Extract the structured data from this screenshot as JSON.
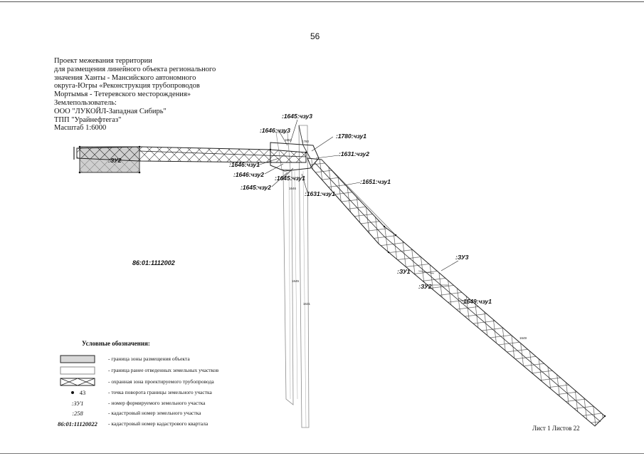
{
  "page_number": "56",
  "title_lines": [
    "Проект межевания территории",
    "для размещения линейного объекта регионального",
    "значения Ханты - Мансийского автономного",
    "округа-Югры «Реконструкция трубопроводов",
    "Мортымья - Тетеревского месторождения»",
    "Землепользователь:",
    "ООО \"ЛУКОЙЛ-Западная Сибирь\"",
    "ТПП \"Урайнефтегаз\"",
    "Масштаб 1:6000"
  ],
  "map_labels": {
    "l1": ":1645:чзу3",
    "l2": ":1646:чзу3",
    "l3": ":1780:чзу1",
    "l4": ":1631:чзу2",
    "l5": ":1646:чзу1",
    "l6": ":1646:чзу2",
    "l7": ":1645:чзу1",
    "l8": ":1645:чзу2",
    "l9": ":1631:чзу1",
    "l10": ":1651:чзу1",
    "l11": ":ЗУ3",
    "l12": ":ЗУ1",
    "l13": ":ЗУ2",
    "l14": ":1649:чзу1",
    "l15": ":ЗУ2"
  },
  "parcel_numbers": {
    "p1": "1645",
    "p2": "1631",
    "p3": "1646",
    "p4": "1780",
    "p5": "1651",
    "p6": "1649"
  },
  "quarter_label": "86:01:1112002",
  "legend": {
    "title": "Условные обозначения:",
    "items": [
      {
        "symbol": "",
        "text": "- граница зоны размещения объекта"
      },
      {
        "symbol": "",
        "text": "- граница ранее отведенных земельных участков"
      },
      {
        "symbol": "",
        "text": "- охранная зона проектируемого трубопровода"
      },
      {
        "symbol": "43",
        "text": "- точка поворота границы земельного участка"
      },
      {
        "symbol": ":ЗУ1",
        "text": "- номер формируемого земельного участка"
      },
      {
        "symbol": ":258",
        "text": "- кадастровый номер земельного участка"
      },
      {
        "symbol": "86:01:11120022",
        "text": "- кадастровый номер кадастрового квартала"
      }
    ]
  },
  "sheet_info": "Лист 1 Листов 22",
  "colors": {
    "line": "#222222",
    "light_line": "#8a8a8a",
    "fill": "#cfcfcf"
  }
}
